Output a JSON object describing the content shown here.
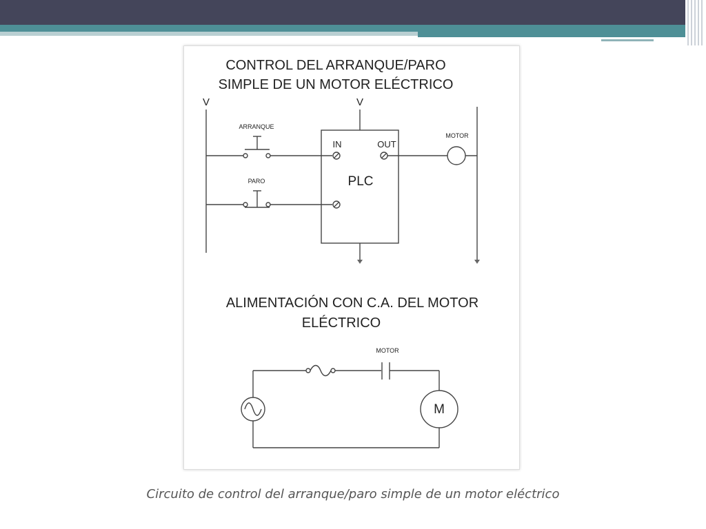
{
  "diagram1": {
    "title_line1": "CONTROL DEL ARRANQUE/PARO",
    "title_line2": "SIMPLE DE UN  MOTOR ELÉCTRICO",
    "v_left": "V",
    "v_center": "V",
    "arranque_label": "ARRANQUE",
    "paro_label": "PARO",
    "in_label": "IN",
    "out_label": "OUT",
    "plc_label": "PLC",
    "motor_label": "MOTOR"
  },
  "diagram2": {
    "title_line1": "ALIMENTACIÓN CON C.A. DEL  MOTOR",
    "title_line2": "ELÉCTRICO",
    "motor_contact_label": "MOTOR",
    "motor_symbol": "M"
  },
  "caption": "Circuito de control del arranque/paro simple de un motor eléctrico",
  "colors": {
    "header": "#44455a",
    "teal": "#4e8f96",
    "line": "#444444"
  }
}
